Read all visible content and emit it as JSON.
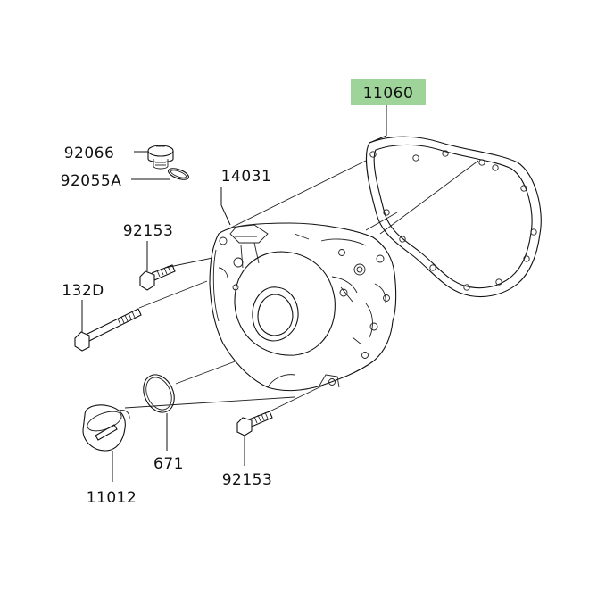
{
  "colors": {
    "highlight": "#9ed39a",
    "line": "#111111",
    "background": "#ffffff"
  },
  "labels": {
    "gasket_cover": "11060",
    "plug_cap": "92066",
    "o_ring_small": "92055A",
    "generator_cover": "14031",
    "bolt_upper": "92153",
    "bolt_long": "132D",
    "cap_inspection": "11012",
    "o_ring_large": "671",
    "bolt_lower": "92153"
  }
}
